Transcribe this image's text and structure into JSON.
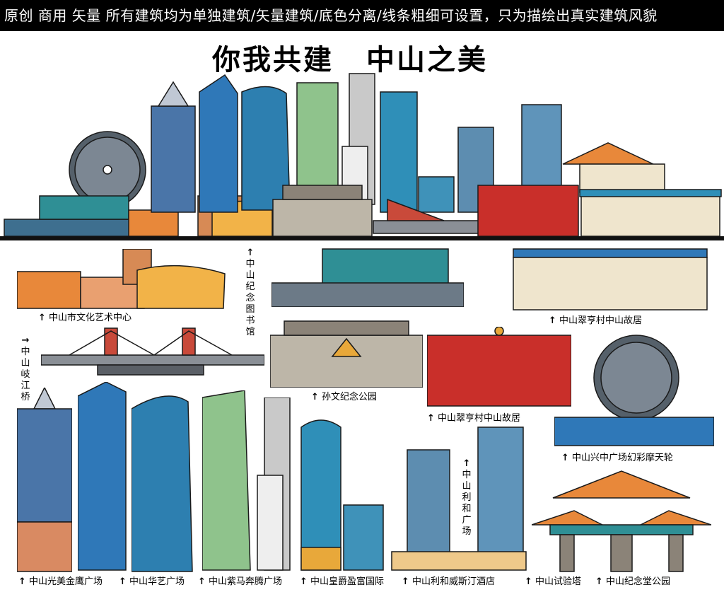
{
  "banner": {
    "text": "原创 商用 矢量 所有建筑均为单独建筑/矢量建筑/底色分离/线条粗细可设置，只为描绘出真实建筑风貌"
  },
  "title": {
    "part1": "你我共建",
    "part2": "中山之美"
  },
  "captions": {
    "culture_center": "中山市文化艺术中心",
    "library": "中山纪念图书馆",
    "cuiheng_top": "中山翠亨村中山故居",
    "qijiang_bridge": "中山岐江桥",
    "sunwen_park": "孙文纪念公园",
    "cuiheng_red": "中山翠亨村中山故居",
    "ferris_wheel": "中山兴中广场幻彩摩天轮",
    "lihe_plaza": "中山利和广场",
    "jinying": "中山光美金鹰广场",
    "huayi": "中山华艺广场",
    "zima": "中山紫马奔腾广场",
    "huangjue": "中山皇爵盈富国际",
    "westin": "中山利和威斯汀酒店",
    "test_tower": "中山试验塔",
    "memorial_hall": "中山纪念堂公园"
  },
  "arrow_up": "↑",
  "arrow_right": "→",
  "colors": {
    "orange": "#e8883a",
    "blue": "#2f78b8",
    "teal": "#2f8f95",
    "red": "#c92f2a",
    "green": "#7fb874",
    "cream": "#efe5cd",
    "dark": "#1a1a1a"
  }
}
